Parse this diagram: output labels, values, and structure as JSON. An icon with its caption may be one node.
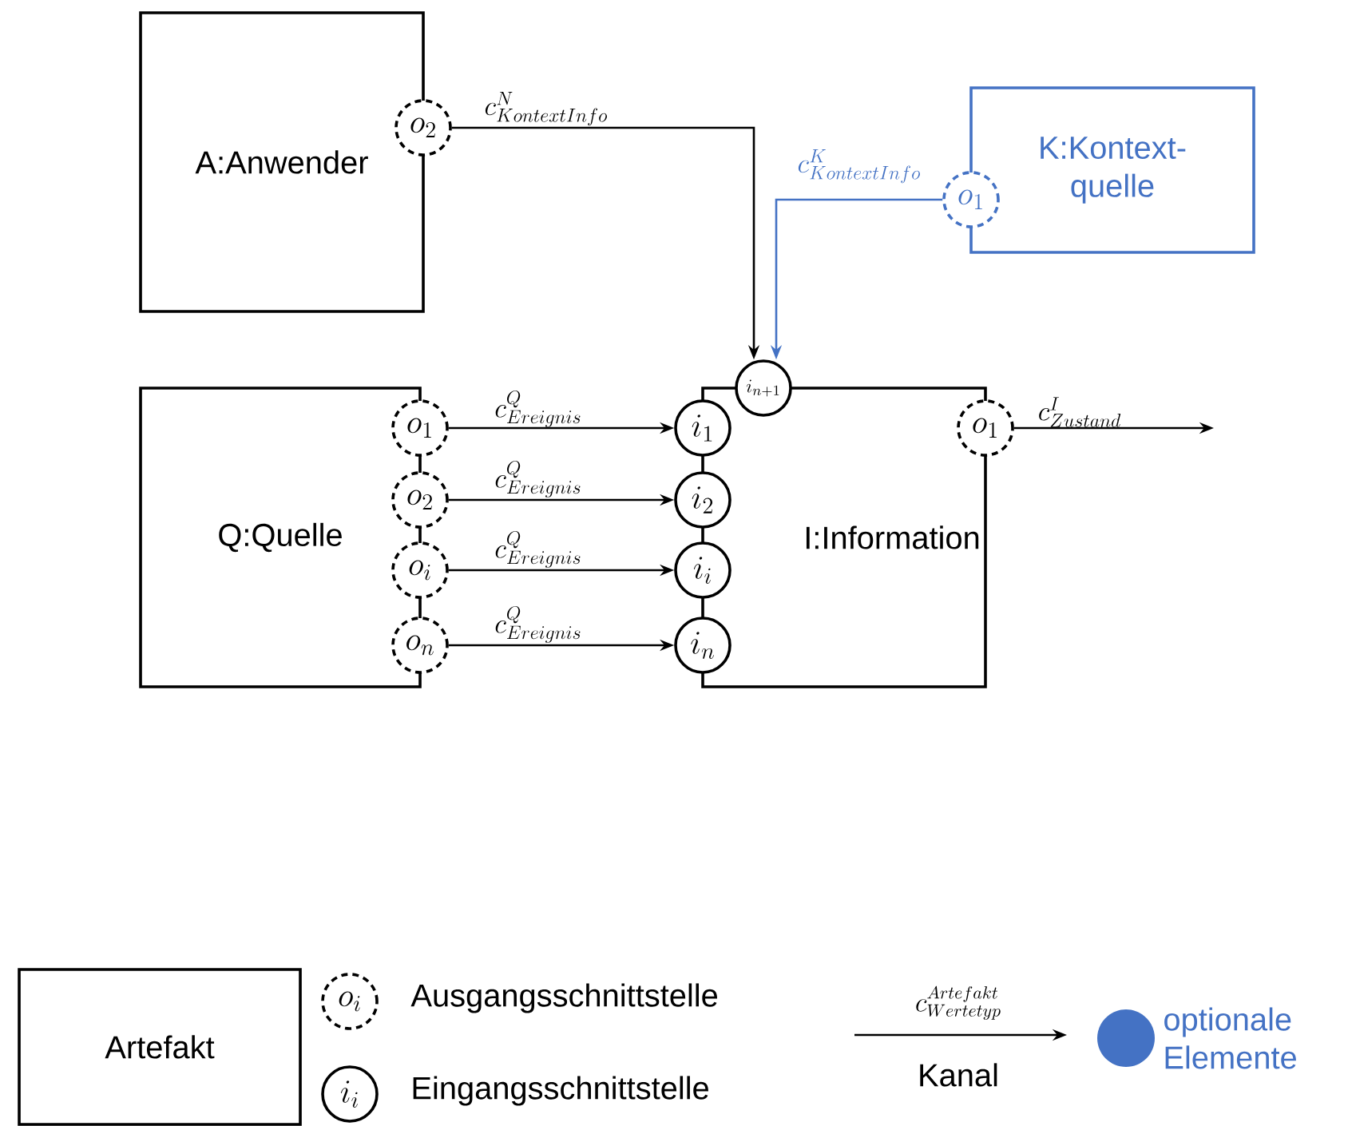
{
  "diagram": {
    "nodes": [
      {
        "text": [
          "A:Anwender"
        ]
      },
      {
        "text": [
          "o_2"
        ]
      },
      {
        "text": [
          "K:Kontext-quelle"
        ]
      },
      {
        "text": [
          "o_1"
        ]
      },
      {
        "text": [
          "Q:Quelle"
        ]
      },
      {
        "text": [
          "o_1"
        ]
      },
      {
        "text": [
          "o_2"
        ]
      },
      {
        "text": [
          "o_i"
        ]
      },
      {
        "text": [
          "o_n"
        ]
      },
      {
        "text": [
          "I:Information"
        ]
      },
      {
        "text": [
          "i_{n+1}"
        ]
      },
      {
        "text": [
          "i_1"
        ]
      },
      {
        "text": [
          "i_2"
        ]
      },
      {
        "text": [
          "i_i"
        ]
      },
      {
        "text": [
          "i_n"
        ]
      },
      {
        "text": [
          "o_1"
        ]
      },
      {
        "text": [
          "Artefakt"
        ]
      },
      {
        "text": [
          "o_i"
        ],
        "beside": [
          "Ausgangsschnittstelle"
        ]
      },
      {
        "text": [
          "i_i"
        ],
        "beside": [
          "Eingangsschnittstelle"
        ]
      }
    ],
    "edges": [
      {
        "from": 1,
        "to": 10,
        "arrow": "to",
        "label": "c^{N}_{KontextInfo}"
      },
      {
        "from": 3,
        "to": 10,
        "arrow": "to",
        "label": "c^{K}_{KontextInfo}",
        "color": "#4472c4"
      },
      {
        "from": 5,
        "to": 11,
        "arrow": "to",
        "label": "c^{Q}_{Ereignis}"
      },
      {
        "from": 6,
        "to": 12,
        "arrow": "to",
        "label": "c^{Q}_{Ereignis}"
      },
      {
        "from": 7,
        "to": 13,
        "arrow": "to",
        "label": "c^{Q}_{Ereignis}"
      },
      {
        "from": 8,
        "to": 14,
        "arrow": "to",
        "label": "c^{Q}_{Ereignis}"
      },
      {
        "from": 15,
        "to": null,
        "arrow": "to",
        "label": "c^{I}_{Zustand}"
      }
    ],
    "labels": [
      "c^{Artefakt}_{Wertetyp}"
    ],
    "legend": [
      {
        "text": "Kanal"
      },
      {
        "text": "optionale Elemente",
        "color": "#4472c4"
      }
    ]
  }
}
